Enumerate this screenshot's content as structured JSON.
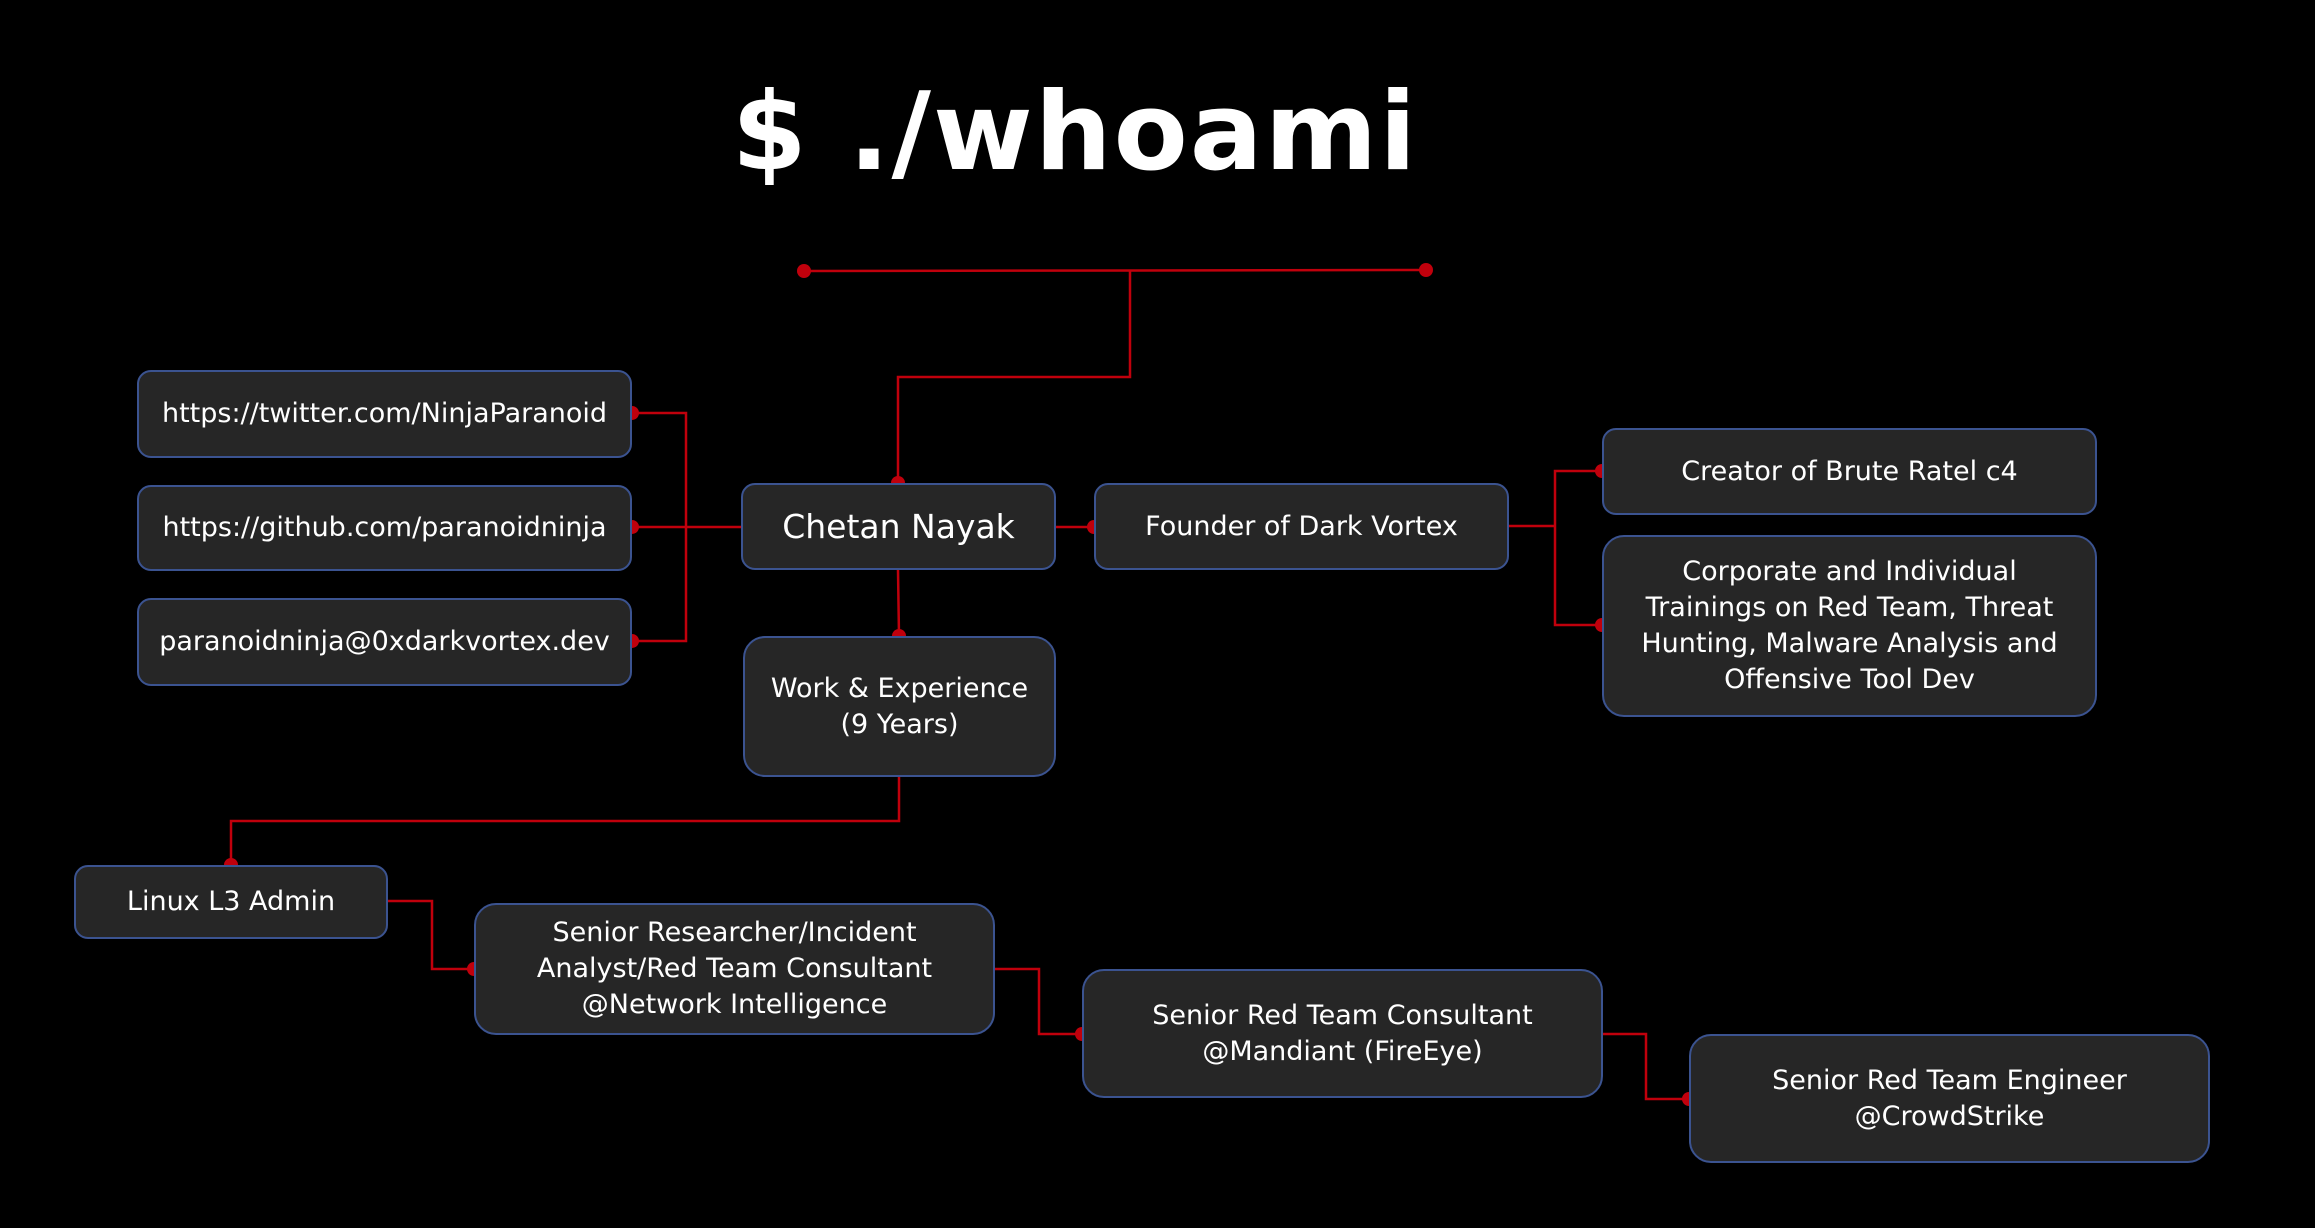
{
  "title": "$ ./whoami",
  "colors": {
    "background": "#000000",
    "node_fill": "#262626",
    "node_border": "#3b5390",
    "connector": "#c0000c",
    "text": "#ffffff"
  },
  "nodes": {
    "twitter": "https://twitter.com/NinjaParanoid",
    "github": "https://github.com/paranoidninja",
    "email": "paranoidninja@0xdarkvortex.dev",
    "name": "Chetan Nayak",
    "founder": "Founder of Dark Vortex",
    "brute_ratel": "Creator of Brute Ratel c4",
    "trainings": "Corporate and Individual\nTrainings on Red Team, Threat\nHunting, Malware Analysis and\nOffensive Tool Dev",
    "work": "Work & Experience\n(9 Years)",
    "linux": "Linux L3 Admin",
    "network_intel": "Senior Researcher/Incident\nAnalyst/Red Team Consultant\n@Network Intelligence",
    "mandiant": "Senior Red Team Consultant\n@Mandiant (FireEye)",
    "crowdstrike": "Senior Red Team Engineer\n@CrowdStrike"
  }
}
